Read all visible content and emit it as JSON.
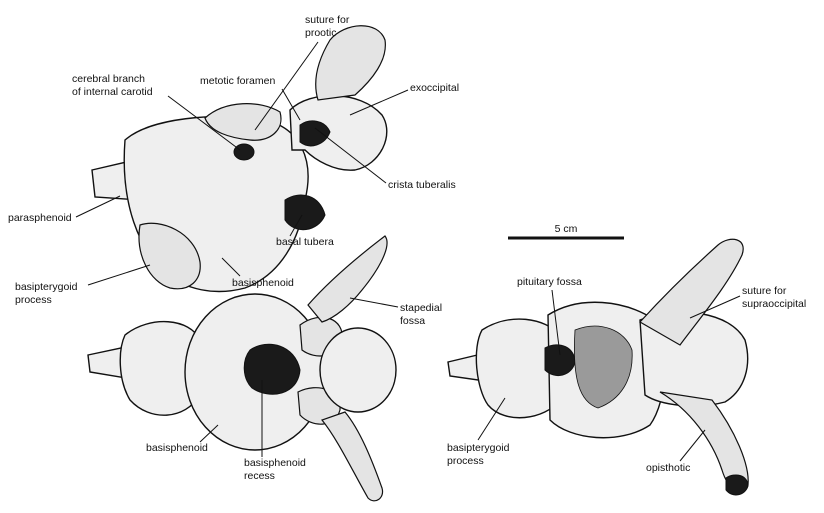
{
  "labels": {
    "suture_prootic": [
      "suture for",
      "prootic"
    ],
    "cerebral_branch": [
      "cerebral branch",
      "of internal carotid"
    ],
    "metotic_foramen": "metotic foramen",
    "exoccipital": "exoccipital",
    "crista_tuberalis": "crista tuberalis",
    "parasphenoid": "parasphenoid",
    "basal_tubera": "basal tubera",
    "basipterygoid_process_left": [
      "basipterygoid",
      "process"
    ],
    "basisphenoid_top": "basisphenoid",
    "stapedial_fossa": [
      "stapedial",
      "fossa"
    ],
    "basisphenoid_bottom": "basisphenoid",
    "basisphenoid_recess": [
      "basisphenoid",
      "recess"
    ],
    "scale_bar": "5 cm",
    "pituitary_fossa": "pituitary fossa",
    "suture_supraoccipital": [
      "suture for",
      "supraoccipital"
    ],
    "basipterygoid_process_right": [
      "basipterygoid",
      "process"
    ],
    "opisthotic": "opisthotic"
  },
  "colors": {
    "ink": "#111111",
    "bone_fill": "#efefef",
    "shadow": "#1a1a1a"
  }
}
